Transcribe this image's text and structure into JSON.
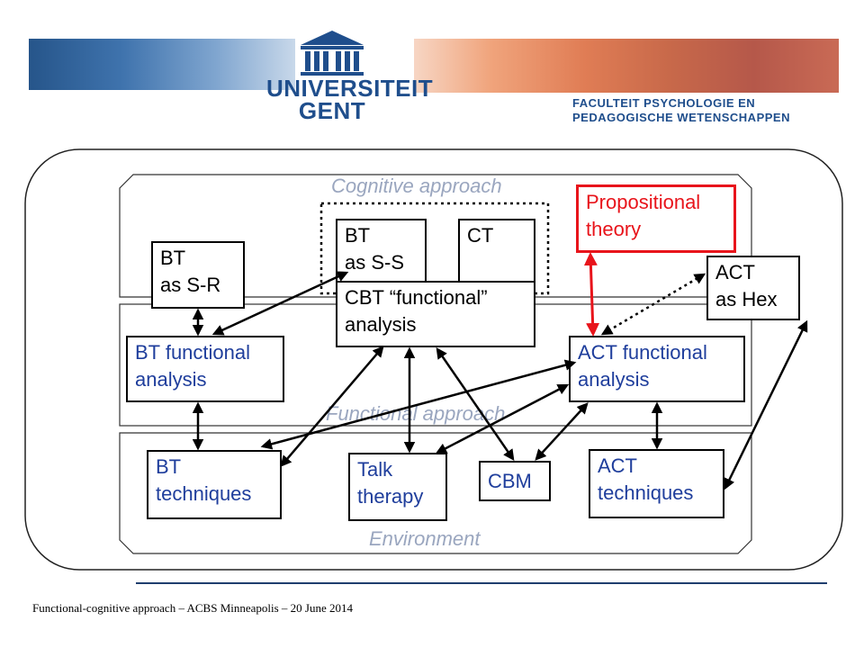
{
  "header": {
    "university_line1": "UNIVERSITEIT",
    "university_line2": "GENT",
    "faculty_line1": "FACULTEIT PSYCHOLOGIE EN",
    "faculty_line2": "PEDAGOGISCHE WETENSCHAPPEN"
  },
  "bands": {
    "cognitive": "Cognitive approach",
    "functional": "Functional approach",
    "environment": "Environment"
  },
  "nodes": {
    "bt_sr_1": "BT",
    "bt_sr_2": "as S-R",
    "bt_ss_1": "BT",
    "bt_ss_2": "as S-S",
    "ct": "CT",
    "propositional_1": "Propositional",
    "propositional_2": "theory",
    "act_hex_1": "ACT",
    "act_hex_2": "as Hex",
    "cbt_1": "CBT “functional”",
    "cbt_2": "analysis",
    "bt_fa_1": "BT functional",
    "bt_fa_2": "analysis",
    "act_fa_1": "ACT functional",
    "act_fa_2": "analysis",
    "bt_tech_1": "BT",
    "bt_tech_2": "techniques",
    "talk_1": "Talk",
    "talk_2": "therapy",
    "cbm": "CBM",
    "act_tech_1": "ACT",
    "act_tech_2": "techniques"
  },
  "colors": {
    "red": "#e8141b",
    "blue": "#1f3e9c",
    "band_label": "#9aa6bf"
  },
  "footer": {
    "text": "Functional-cognitive approach – ACBS Minneapolis – 20 June 2014"
  }
}
